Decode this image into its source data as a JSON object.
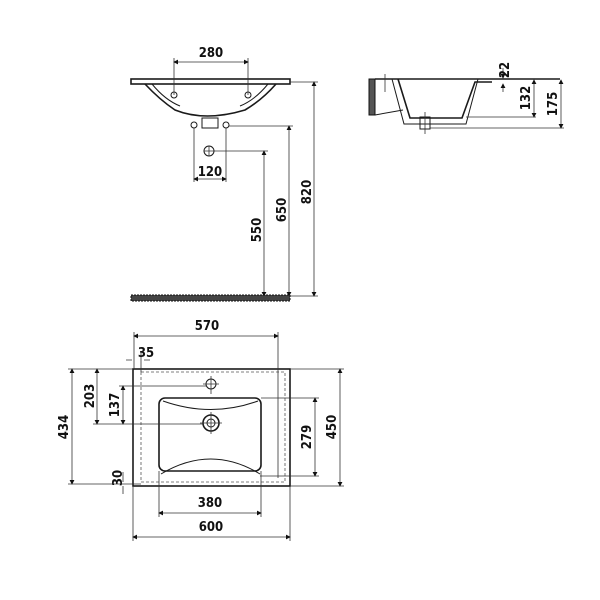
{
  "front_view": {
    "width_between_taps": "280",
    "pipe_spacing": "120",
    "height_total": "820",
    "height_pipes": "650",
    "height_wall_hole": "550"
  },
  "side_view": {
    "rim_thickness": "22",
    "bowl_depth": "132",
    "total_depth": "175"
  },
  "top_view": {
    "inner_width": "570",
    "edge_offset": "35",
    "depth_overall": "434",
    "tap_to_drain_from_back": "203",
    "tap_to_drain": "137",
    "front_offset": "30",
    "bowl_length": "279",
    "depth_total": "450",
    "bowl_width": "380",
    "width_total": "600"
  }
}
